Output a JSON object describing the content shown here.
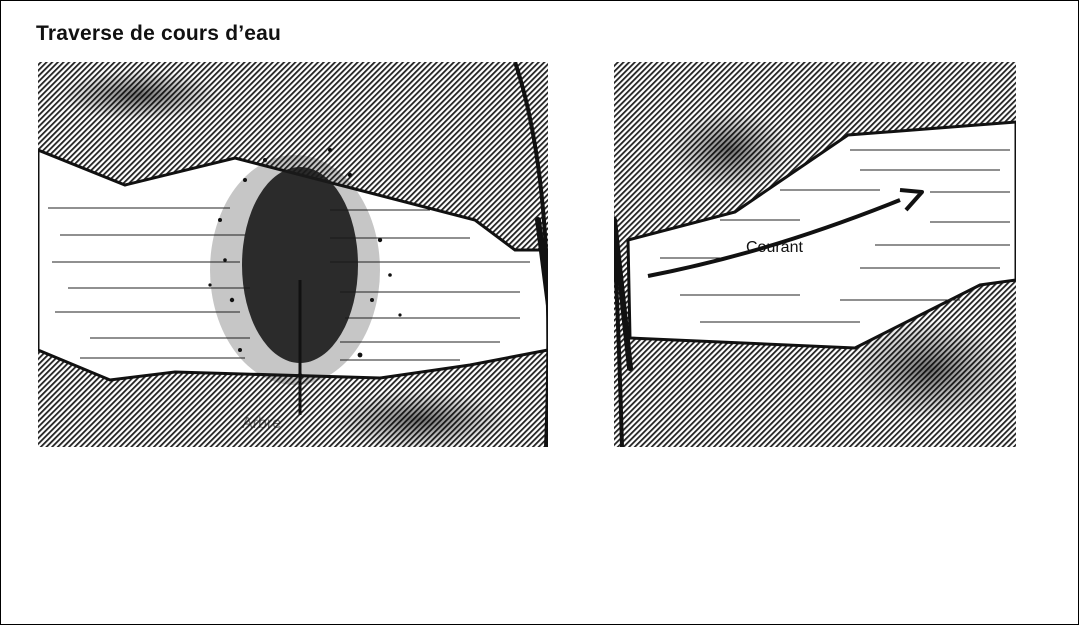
{
  "page": {
    "title": "Traverse de cours d’eau"
  },
  "figure": {
    "label_current": "Courant",
    "label_tree": "Arbre",
    "colors": {
      "ink": "#111111",
      "water": "#ffffff",
      "background": "#ffffff"
    }
  }
}
